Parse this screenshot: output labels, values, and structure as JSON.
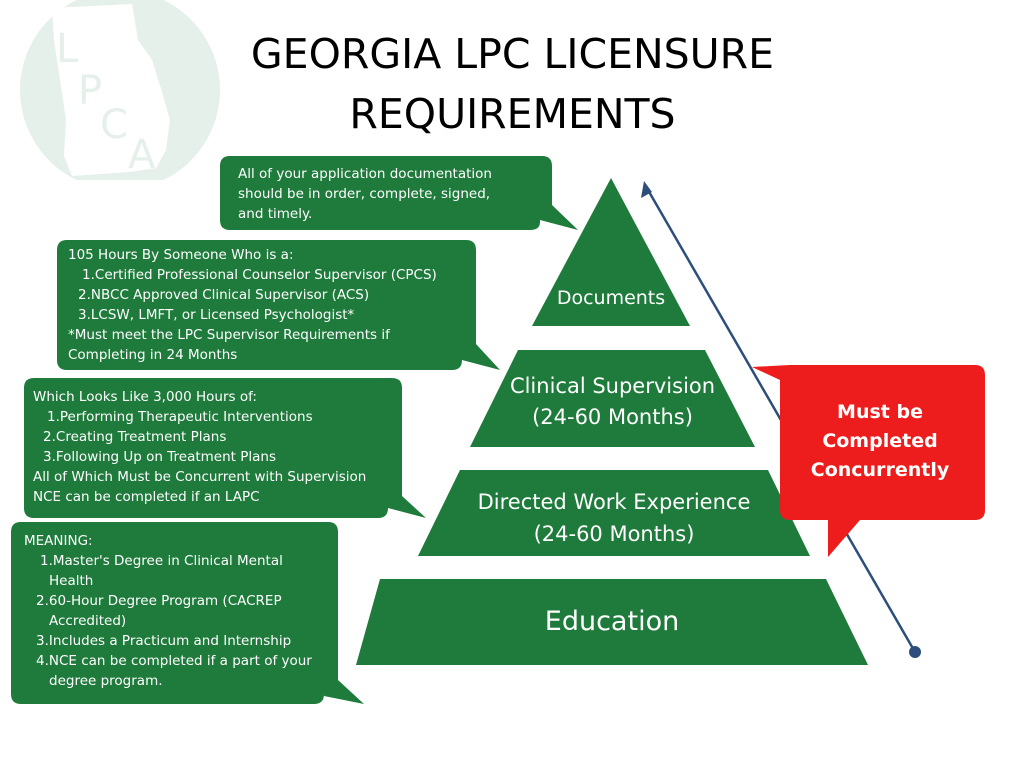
{
  "title": {
    "line1": "GEORGIA LPC LICENSURE",
    "line2": "REQUIREMENTS"
  },
  "logo": {
    "letters": [
      "L",
      "P",
      "C",
      "A"
    ],
    "icon": "georgia-state-outline-icon"
  },
  "colors": {
    "green": "#1e7b3b",
    "red": "#ee1d1d",
    "arrow": "#2d4e7c",
    "logo_bg": "#e6f0eb",
    "logo_fg": "#ffffff"
  },
  "pyramid": {
    "documents": "Documents",
    "clinical": {
      "line1": "Clinical Supervision",
      "line2": "(24-60 Months)"
    },
    "directed": {
      "line1": "Directed Work Experience",
      "line2": "(24-60 Months)"
    },
    "education": "Education"
  },
  "callout": {
    "line1": "Must be",
    "line2": "Completed",
    "line3": "Concurrently"
  },
  "bubbles": {
    "documents": {
      "lines": [
        "All of your application documentation",
        "should be in order, complete, signed,",
        "and timely."
      ]
    },
    "supervision": {
      "intro": "105 Hours By Someone Who is a:",
      "items": [
        "Certified Professional Counselor Supervisor (CPCS)",
        "NBCC Approved Clinical Supervisor (ACS)",
        "LCSW, LMFT, or Licensed Psychologist*"
      ],
      "note1": "*Must meet the LPC Supervisor Requirements if",
      "note2": "Completing in 24 Months"
    },
    "experience": {
      "intro": "Which Looks Like 3,000 Hours of:",
      "items": [
        "Performing Therapeutic Interventions",
        "Creating Treatment Plans",
        "Following Up on Treatment Plans"
      ],
      "note1": "All of Which Must be Concurrent with Supervision",
      "note2": "NCE can be completed if an LAPC"
    },
    "education": {
      "intro": "MEANING:",
      "items": [
        {
          "line1": "Master's Degree in Clinical Mental",
          "line2": "Health"
        },
        {
          "line1": "60-Hour Degree Program (CACREP",
          "line2": "Accredited)"
        },
        {
          "line1": "Includes a Practicum and Internship",
          "line2": ""
        },
        {
          "line1": "NCE can be completed if a part of your",
          "line2": "degree program."
        }
      ]
    }
  }
}
